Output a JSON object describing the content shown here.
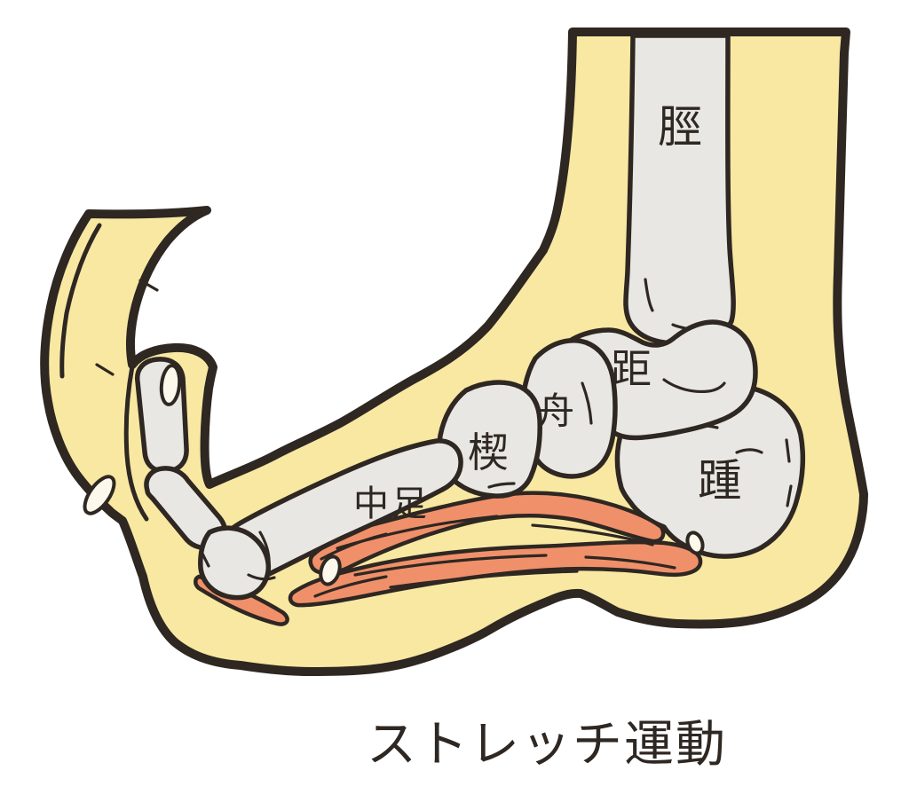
{
  "figure": {
    "caption": "ストレッチ運動",
    "bone_labels": {
      "tibia": "脛",
      "talus": "距",
      "navicular": "舟",
      "cuneiform": "楔",
      "metatarsal": "中足",
      "calcaneus": "踵"
    },
    "colors": {
      "background": "#FFFFFF",
      "skin": "#F8E8A2",
      "bone": "#E8E7E3",
      "muscle": "#F0906A",
      "nail": "#FCF8EC",
      "outline": "#2E2722"
    }
  }
}
